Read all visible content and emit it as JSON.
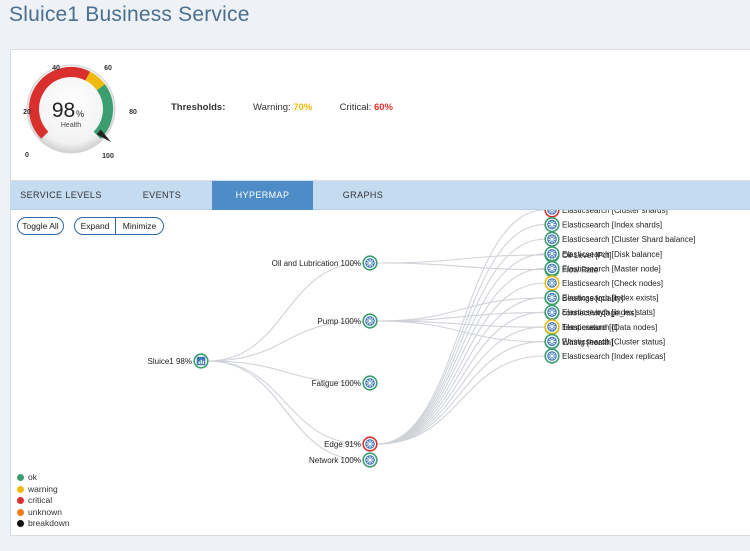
{
  "page": {
    "title": "Sluice1 Business Service"
  },
  "gauge": {
    "value": 98,
    "value_text": "98",
    "unit": "%",
    "label": "Health",
    "ticks": [
      "0",
      "20",
      "40",
      "60",
      "80",
      "100"
    ],
    "colors": {
      "critical": "#d9302e",
      "warning": "#f0b90b",
      "ok": "#3a9e6f"
    }
  },
  "thresholds": {
    "label": "Thresholds:",
    "warning_label": "Warning:",
    "warning_value": "70%",
    "critical_label": "Critical:",
    "critical_value": "60%"
  },
  "tabs": [
    {
      "label": "SERVICE LEVELS",
      "active": false
    },
    {
      "label": "EVENTS",
      "active": false
    },
    {
      "label": "HYPERMAP",
      "active": true
    },
    {
      "label": "GRAPHS",
      "active": false
    }
  ],
  "buttons": {
    "toggle_all": "Toggle All",
    "expand": "Expand",
    "minimize": "Minimize"
  },
  "hypermap": {
    "root": {
      "label": "Sluice1 98%",
      "icon": "bar-chart-icon"
    },
    "groups": [
      {
        "label": "Oil and Lubrication 100%",
        "status": "ok",
        "children": [
          {
            "label": "Oil Level [Pct]",
            "status": "ok"
          },
          {
            "label": "Flow Rate",
            "status": "ok"
          }
        ]
      },
      {
        "label": "Pump 100%",
        "status": "ok",
        "children": [
          {
            "label": "Bearings [quality]",
            "status": "ok"
          },
          {
            "label": "connectivity[age_ms]",
            "status": "ok"
          },
          {
            "label": "Temperature [c]",
            "status": "ok"
          },
          {
            "label": "Wiring [health]",
            "status": "ok"
          }
        ]
      },
      {
        "label": "Fatigue 100%",
        "status": "ok",
        "children": []
      },
      {
        "label": "Edge 91%",
        "status": "critical",
        "children": [
          {
            "label": "Elasticsearch [Cluster shards]",
            "status": "critical"
          },
          {
            "label": "Elasticsearch [Index shards]",
            "status": "ok"
          },
          {
            "label": "Elasticsearch [Cluster Shard balance]",
            "status": "ok"
          },
          {
            "label": "Elasticsearch [Disk balance]",
            "status": "ok"
          },
          {
            "label": "Elasticsearch [Master node]",
            "status": "ok"
          },
          {
            "label": "Elasticsearch [Check nodes]",
            "status": "warning"
          },
          {
            "label": "Elasticsearch [Index exists]",
            "status": "ok"
          },
          {
            "label": "Elasticsearch [Index stats]",
            "status": "ok"
          },
          {
            "label": "Elasticsearch [Data nodes]",
            "status": "warning"
          },
          {
            "label": "Elasticsearch [Cluster status]",
            "status": "ok"
          },
          {
            "label": "Elasticsearch [Index replicas]",
            "status": "ok"
          }
        ]
      },
      {
        "label": "Network 100%",
        "status": "ok",
        "children": []
      }
    ]
  },
  "status_colors": {
    "ok": "#3a9e6f",
    "warning": "#f0b90b",
    "critical": "#d9302e",
    "unknown": "#f07c1e",
    "breakdown": "#111111"
  },
  "legend": [
    {
      "label": "ok",
      "color": "#3a9e6f"
    },
    {
      "label": "warning",
      "color": "#f0b90b"
    },
    {
      "label": "critical",
      "color": "#d9302e"
    },
    {
      "label": "unknown",
      "color": "#f07c1e"
    },
    {
      "label": "breakdown",
      "color": "#111111"
    }
  ]
}
